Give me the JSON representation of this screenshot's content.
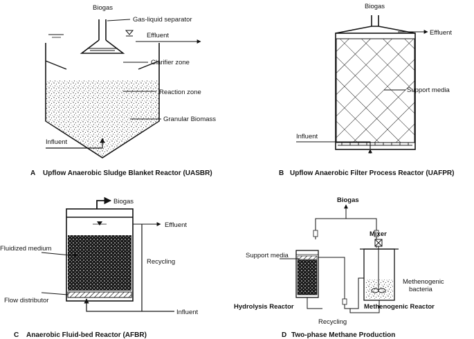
{
  "panel_a": {
    "letter": "A",
    "caption": "Upflow Anaerobic Sludge Blanket Reactor (UASBR)",
    "labels": {
      "biogas": "Biogas",
      "gas_liquid_separator": "Gas-liquid separator",
      "effluent": "Effluent",
      "clarifier_zone": "Clarifier zone",
      "reaction_zone": "Reaction zone",
      "granular_biomass": "Granular Biomass",
      "influent": "Influent"
    }
  },
  "panel_b": {
    "letter": "B",
    "caption": "Upflow Anaerobic Filter Process Reactor (UAFPR)",
    "labels": {
      "biogas": "Biogas",
      "effluent": "Effluent",
      "support_media": "Support media",
      "influent": "Influent"
    }
  },
  "panel_c": {
    "letter": "C",
    "caption": "Anaerobic Fluid-bed Reactor (AFBR)",
    "labels": {
      "biogas": "Biogas",
      "effluent": "Effluent",
      "fluidized_medium": "Fluidized medium",
      "recycling": "Recycling",
      "flow_distributor": "Flow distributor",
      "influent": "Influent"
    }
  },
  "panel_d": {
    "letter": "D",
    "caption": "Two-phase Methane Production",
    "labels": {
      "biogas": "Biogas",
      "mixer": "Mixer",
      "support_media": "Support media",
      "methenogenic_bacteria_line1": "Methenogenic",
      "methenogenic_bacteria_line2": "bacteria",
      "hydrolysis_reactor": "Hydrolysis Reactor",
      "methenogenic_reactor": "Methenogenic Reactor",
      "recycling": "Recycling"
    }
  }
}
